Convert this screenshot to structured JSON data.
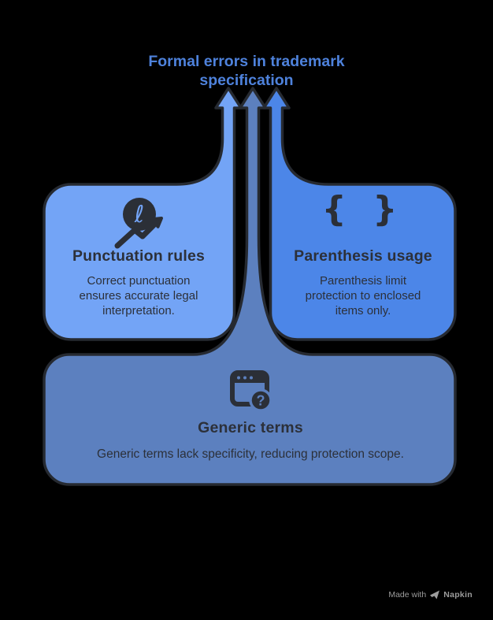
{
  "title": "Formal errors in trademark specification",
  "colors": {
    "background": "#000000",
    "title_text": "#4e82dc",
    "outline": "#262a31",
    "dark_ink": "#2b2f37",
    "left_node_fill": "#73A4F6",
    "right_node_fill": "#4C86E8",
    "bottom_node_fill": "#5C80BF",
    "watermark_gray": "#9c9c9c"
  },
  "nodes": [
    {
      "id": "punctuation-rules",
      "title": "Punctuation rules",
      "description": "Correct punctuation ensures accurate legal interpretation.",
      "icon": "slashed-letter-trend-arrow-icon",
      "icon_glyph": "ℓ",
      "fill": "#73A4F6"
    },
    {
      "id": "parenthesis-usage",
      "title": "Parenthesis usage",
      "description": "Parenthesis limit protection to enclosed items only.",
      "icon": "curly-braces-icon",
      "icon_glyph": "{ }",
      "fill": "#4C86E8"
    },
    {
      "id": "generic-terms",
      "title": "Generic terms",
      "description": "Generic terms lack specificity, reducing protection scope.",
      "icon": "browser-question-icon",
      "icon_glyph": "?",
      "fill": "#5C80BF"
    }
  ],
  "footer": {
    "made_with": "Made with",
    "brand": "Napkin"
  }
}
